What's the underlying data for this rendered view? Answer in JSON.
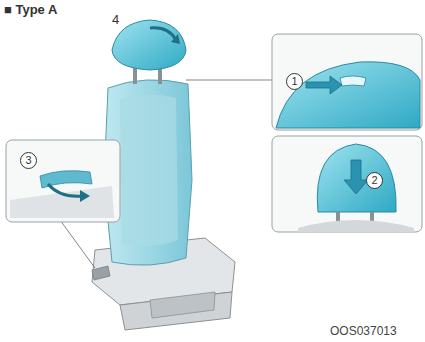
{
  "diagram": {
    "title": "■ Type A",
    "labels": [
      "4",
      "1",
      "2",
      "3",
      "OOS037013"
    ]
  }
}
